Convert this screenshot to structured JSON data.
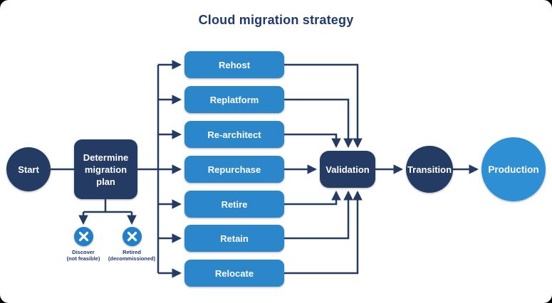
{
  "title": "Cloud migration strategy",
  "colors": {
    "navy": "#243b63",
    "blue": "#2b87c9",
    "production_blue": "#2f8fd5",
    "icon_blue": "#2180c8",
    "label_navy": "#1e3a6d",
    "node_text": "#ffffff",
    "background": "#ffffff"
  },
  "nodes": {
    "start": {
      "label": "Start"
    },
    "plan": {
      "label": "Determine migration plan"
    },
    "validation": {
      "label": "Validation"
    },
    "transition": {
      "label": "Transition"
    },
    "production": {
      "label": "Production"
    }
  },
  "strategies": [
    {
      "label": "Rehost"
    },
    {
      "label": "Replatform"
    },
    {
      "label": "Re-architect"
    },
    {
      "label": "Repurchase"
    },
    {
      "label": "Retire"
    },
    {
      "label": "Retain"
    },
    {
      "label": "Relocate"
    }
  ],
  "excluded": [
    {
      "icon": "x-icon",
      "line1": "Discover",
      "line2": "(not feasible)"
    },
    {
      "icon": "x-icon",
      "line1": "Retired",
      "line2": "(decommissioned)"
    }
  ]
}
